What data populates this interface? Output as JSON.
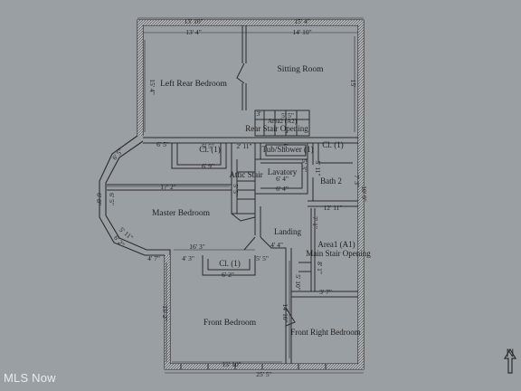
{
  "plan": {
    "rooms": [
      {
        "id": "left-rear-bedroom",
        "label": "Left Rear Bedroom"
      },
      {
        "id": "sitting-room",
        "label": "Sitting Room"
      },
      {
        "id": "area2",
        "label": "Area2 (A2)"
      },
      {
        "id": "rear-stair-opening",
        "label": "Rear Stair Opening"
      },
      {
        "id": "closet-1",
        "label": "Cl. (1)"
      },
      {
        "id": "attic-stair",
        "label": "Attic Stair"
      },
      {
        "id": "lavatory",
        "label": "Lavatory"
      },
      {
        "id": "tub-shower",
        "label": "Tub/Shower (1)"
      },
      {
        "id": "closet-bath",
        "label": "Cl. (1)"
      },
      {
        "id": "bath-2",
        "label": "Bath 2"
      },
      {
        "id": "master-bedroom",
        "label": "Master Bedroom"
      },
      {
        "id": "landing",
        "label": "Landing"
      },
      {
        "id": "area1",
        "label": "Area1 (A1)"
      },
      {
        "id": "main-stair-opening",
        "label": "Main Stair Opening"
      },
      {
        "id": "closet-front",
        "label": "Cl. (1)"
      },
      {
        "id": "front-bedroom",
        "label": "Front Bedroom"
      },
      {
        "id": "front-right-bedroom",
        "label": "Front Right Bedroom"
      }
    ],
    "dimensions": [
      {
        "id": "d-top-left-outer",
        "text": "13' 10\""
      },
      {
        "id": "d-top-right-outer",
        "text": "15' 4\""
      },
      {
        "id": "d-top-left-inner",
        "text": "13' 4\""
      },
      {
        "id": "d-top-right-inner",
        "text": "14' 10\""
      },
      {
        "id": "d-left-rear",
        "text": "15' 4\""
      },
      {
        "id": "d-sitting-right",
        "text": "15'"
      },
      {
        "id": "d-bay-top",
        "text": "6' 5\""
      },
      {
        "id": "d-bay-top2",
        "text": "6' 5\""
      },
      {
        "id": "d-bay-left-outer",
        "text": "6' 8\""
      },
      {
        "id": "d-bay-left-inner",
        "text": "6' 5\""
      },
      {
        "id": "d-bay-bottom",
        "text": "6' 2\""
      },
      {
        "id": "d-bay-bottom2",
        "text": "5' 11\""
      },
      {
        "id": "d-master-top",
        "text": "17' 2\""
      },
      {
        "id": "d-master-bottom",
        "text": "16' 3\""
      },
      {
        "id": "d-cl-top",
        "text": "5' 5\""
      },
      {
        "id": "d-cl-bottom",
        "text": "6' 9\""
      },
      {
        "id": "d-attic-1",
        "text": "2' 11\""
      },
      {
        "id": "d-attic-2",
        "text": "5' 5\""
      },
      {
        "id": "d-lav-1",
        "text": "6' 4\""
      },
      {
        "id": "d-lav-2",
        "text": "6' 4\""
      },
      {
        "id": "d-tub",
        "text": "5'"
      },
      {
        "id": "d-bath-1",
        "text": "5' 11\""
      },
      {
        "id": "d-bath-2",
        "text": "7' 3\""
      },
      {
        "id": "d-bath-3",
        "text": "5' 3\""
      },
      {
        "id": "d-landing-top",
        "text": "12' 11\""
      },
      {
        "id": "d-landing-bottom",
        "text": "4' 4\""
      },
      {
        "id": "d-right-1",
        "text": "10' 9\""
      },
      {
        "id": "d-right-2",
        "text": "7' 1\""
      },
      {
        "id": "d-stair-1",
        "text": "5' 10\""
      },
      {
        "id": "d-stair-2",
        "text": "3' 7\""
      },
      {
        "id": "d-stair-3",
        "text": "8' 1\""
      },
      {
        "id": "d-cl-front-1",
        "text": "4' 3\""
      },
      {
        "id": "d-cl-front-2",
        "text": "5' 5\""
      },
      {
        "id": "d-cl-front-3",
        "text": "6' 2\""
      },
      {
        "id": "d-front-left-top",
        "text": "4' 7\""
      },
      {
        "id": "d-front-left",
        "text": "15' 2\""
      },
      {
        "id": "d-front-right",
        "text": "14' 10\""
      },
      {
        "id": "d-bottom-inner",
        "text": "15' 10\""
      },
      {
        "id": "d-bottom-outer",
        "text": "25' 5\""
      },
      {
        "id": "d-rear-stair",
        "text": "5' 5\""
      },
      {
        "id": "d-rear-stair2",
        "text": "3'"
      }
    ]
  },
  "watermark": "MLS Now",
  "compass": {
    "letter": "N"
  },
  "colors": {
    "background": "#9a9fa4",
    "wall": "#2a2a2a",
    "text": "#1e1e1e"
  }
}
